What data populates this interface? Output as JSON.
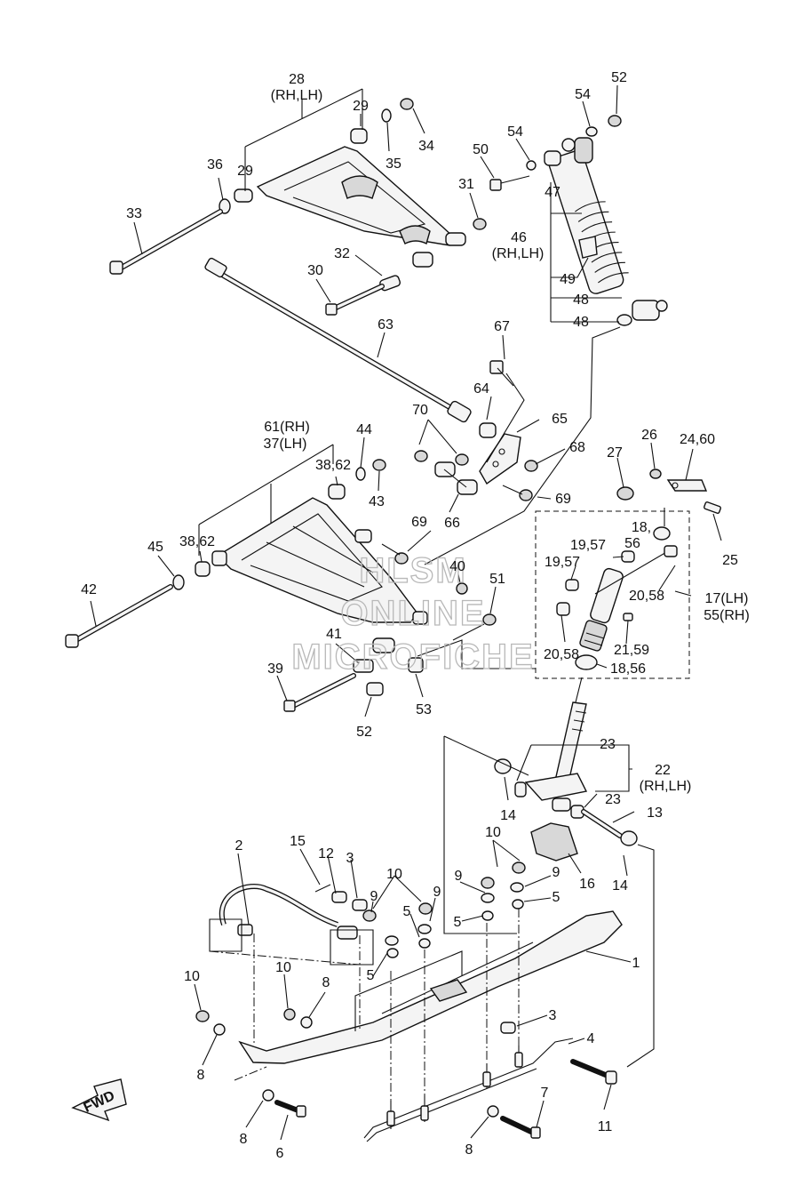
{
  "watermark": {
    "line1": "HLSM",
    "line2": "ONLINE",
    "line3": "MICROFICHE"
  },
  "fwd_label": "FWD",
  "callouts": {
    "c52a": "52",
    "c54a": "54",
    "c54b": "54",
    "c50": "50",
    "c47": "47",
    "c46a": "46",
    "c46b": "(RH,LH)",
    "c49": "49",
    "c48a": "48",
    "c48b": "48",
    "c28a": "28",
    "c28b": "(RH,LH)",
    "c29a": "29",
    "c29b": "29",
    "c34": "34",
    "c35": "35",
    "c36": "36",
    "c33": "33",
    "c31": "31",
    "c32": "32",
    "c30": "30",
    "c63": "63",
    "c67": "67",
    "c64": "64",
    "c65": "65",
    "c68": "68",
    "c69a": "69",
    "c69b": "69",
    "c70": "70",
    "c66": "66",
    "c61": "61(RH)",
    "c37": "37(LH)",
    "c44": "44",
    "c3862a": "38,62",
    "c3862b": "38,62",
    "c43": "43",
    "c45": "45",
    "c42": "42",
    "c40": "40",
    "c51": "51",
    "c41": "41",
    "c39": "39",
    "c52b": "52",
    "c53": "53",
    "c27": "27",
    "c26": "26",
    "c2460": "24,60",
    "c1856a": "18,",
    "c1856b": "56",
    "c1957a": "19,57",
    "c1957b": "19,57",
    "c2058a": "20,58",
    "c2058b": "20,58",
    "c17": "17(LH)",
    "c55": "55(RH)",
    "c25": "25",
    "c2159": "21,59",
    "c1856c": "18,56",
    "c23a": "23",
    "c23b": "23",
    "c22a": "22",
    "c22b": "(RH,LH)",
    "c13": "13",
    "c14a": "14",
    "c14b": "14",
    "c16": "16",
    "c10a": "10",
    "c10b": "10",
    "c10c": "10",
    "c10d": "10",
    "c9a": "9",
    "c9b": "9",
    "c9c": "9",
    "c9d": "9",
    "c5a": "5",
    "c5b": "5",
    "c5c": "5",
    "c5d": "5",
    "c15": "15",
    "c12": "12",
    "c3a": "3",
    "c3b": "3",
    "c2": "2",
    "c1": "1",
    "c4": "4",
    "c8a": "8",
    "c8b": "8",
    "c8c": "8",
    "c8d": "8",
    "c7": "7",
    "c6": "6",
    "c11": "11"
  }
}
